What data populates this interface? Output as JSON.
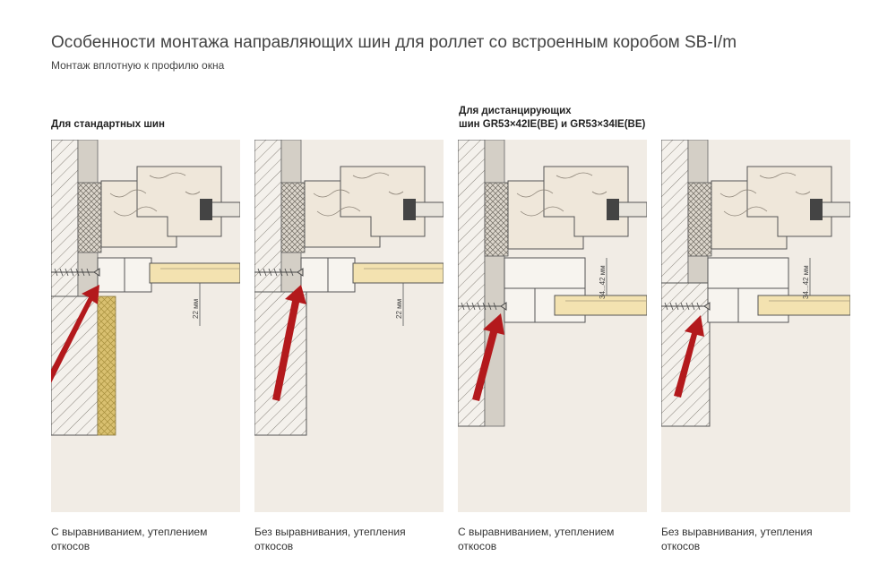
{
  "header": {
    "title": "Особенности монтажа направляющих шин для роллет со встроенным коробом SB-I/m",
    "subtitle": "Монтаж вплотную к профилю окна"
  },
  "groups": {
    "standard": "Для стандартных шин",
    "spacer_line1": "Для дистанцирующих",
    "spacer_line2": "шин GR53×42IE(BE) и GR53×34IE(BE)"
  },
  "panels": [
    {
      "dimension": "22 мм",
      "caption_line1": "С выравниванием, утеплением",
      "caption_line2": "откосов"
    },
    {
      "dimension": "22 мм",
      "caption_line1": "Без выравнивания, утепления",
      "caption_line2": "откосов"
    },
    {
      "dimension": "34...42 мм",
      "caption_line1": "С выравниванием, утеплением",
      "caption_line2": "откосов"
    },
    {
      "dimension": "34...42 мм",
      "caption_line1": "Без выравнивания, утепления",
      "caption_line2": "откосов"
    }
  ],
  "colors": {
    "panel_bg": "#f1ece5",
    "arrow": "#b3191c",
    "insulation": "#d9c070",
    "guide_rail": "#f3e2b0"
  }
}
